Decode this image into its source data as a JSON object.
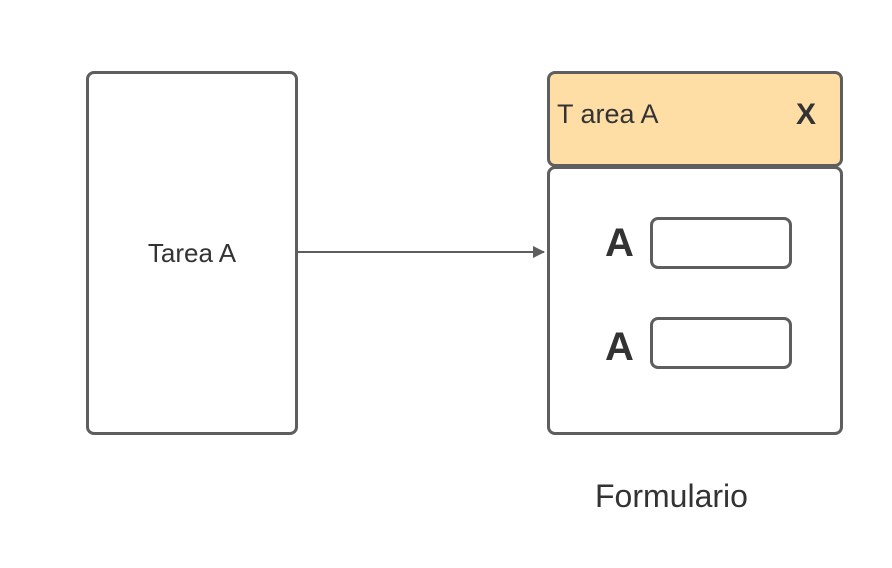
{
  "task": {
    "label": "Tarea A"
  },
  "form": {
    "header_title": "T area A",
    "close_label": "X",
    "fields": [
      {
        "label": "A"
      },
      {
        "label": "A"
      }
    ]
  },
  "caption": "Formulario",
  "colors": {
    "stroke": "#5e5e5e",
    "header_fill": "#ffdea6",
    "text": "#333333"
  }
}
